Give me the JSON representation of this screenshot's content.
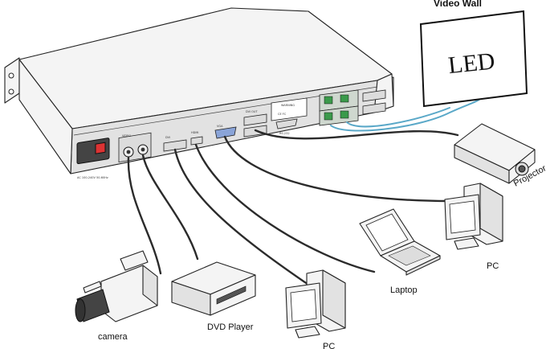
{
  "labels": {
    "video_wall": "Video Wall",
    "led": "LED",
    "projector": "Projector",
    "pc_right": "PC",
    "laptop": "Laptop",
    "pc_bottom": "PC",
    "dvd_player": "DVD Player",
    "camera": "camera"
  },
  "panel_text": {
    "power": "AC 100-240V 50-60Hz",
    "video_ports": "VIDEO",
    "dvi_in": "DVI",
    "hdmi_in": "HDMI",
    "vga_in": "VGA",
    "dvi_out": "DVI OUT",
    "rs232": "RS-232",
    "warning": "WARNING",
    "cert": "CE FC"
  },
  "colors": {
    "cable": "#2b2b2b",
    "led_cable": "#5aa8c8"
  }
}
